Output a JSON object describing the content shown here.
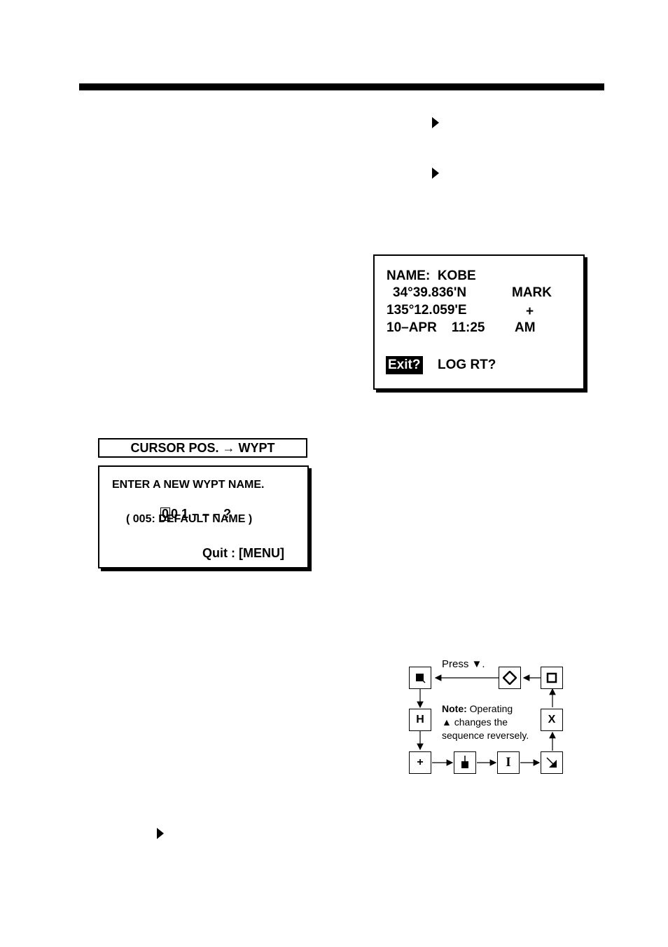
{
  "waypoint_box": {
    "name_line": "NAME:  KOBE",
    "lat": "34°39.836'N",
    "mark_label": "MARK",
    "lon": "135°12.059'E",
    "mark_symbol": "+",
    "datetime": "10–APR    11:25",
    "ampm": "AM",
    "exit": "Exit?",
    "log_rt": "LOG RT?"
  },
  "cursor_header": {
    "text": "CURSOR POS.  →  WYPT"
  },
  "new_wypt_box": {
    "prompt": "ENTER A NEW WYPT NAME.",
    "cursor_digit": "0",
    "value_rest": "0 1 – – – ?",
    "default_name": "( 005: DEFAULT NAME )",
    "quit": "Quit : [MENU]"
  },
  "flow_diagram": {
    "press_label": "Press ▼.",
    "note_bold": "Note:",
    "note_text_1": " Operating",
    "note_text_2": "▲ changes the",
    "note_text_3": "sequence reversely.",
    "symbols": [
      "■",
      "◇",
      "□",
      "H",
      "X",
      "+",
      "I"
    ]
  }
}
